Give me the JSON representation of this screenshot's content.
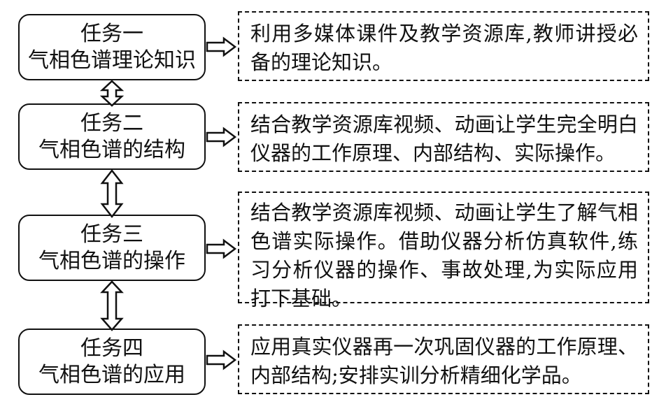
{
  "tasks": [
    {
      "title": "任务一",
      "name": "气相色谱理论知识",
      "description": "利用多媒体课件及教学资源库,教师讲授必备的理论知识。"
    },
    {
      "title": "任务二",
      "name": "气相色谱的结构",
      "description": "结合教学资源库视频、动画让学生完全明白仪器的工作原理、内部结构、实际操作。"
    },
    {
      "title": "任务三",
      "name": "气相色谱的操作",
      "description": "结合教学资源库视频、动画让学生了解气相色谱实际操作。借助仪器分析仿真软件,练习分析仪器的操作、事故处理,为实际应用打下基础。"
    },
    {
      "title": "任务四",
      "name": "气相色谱的应用",
      "description": "应用真实仪器再一次巩固仪器的工作原理、内部结构;安排实训分析精细化学品。"
    }
  ]
}
